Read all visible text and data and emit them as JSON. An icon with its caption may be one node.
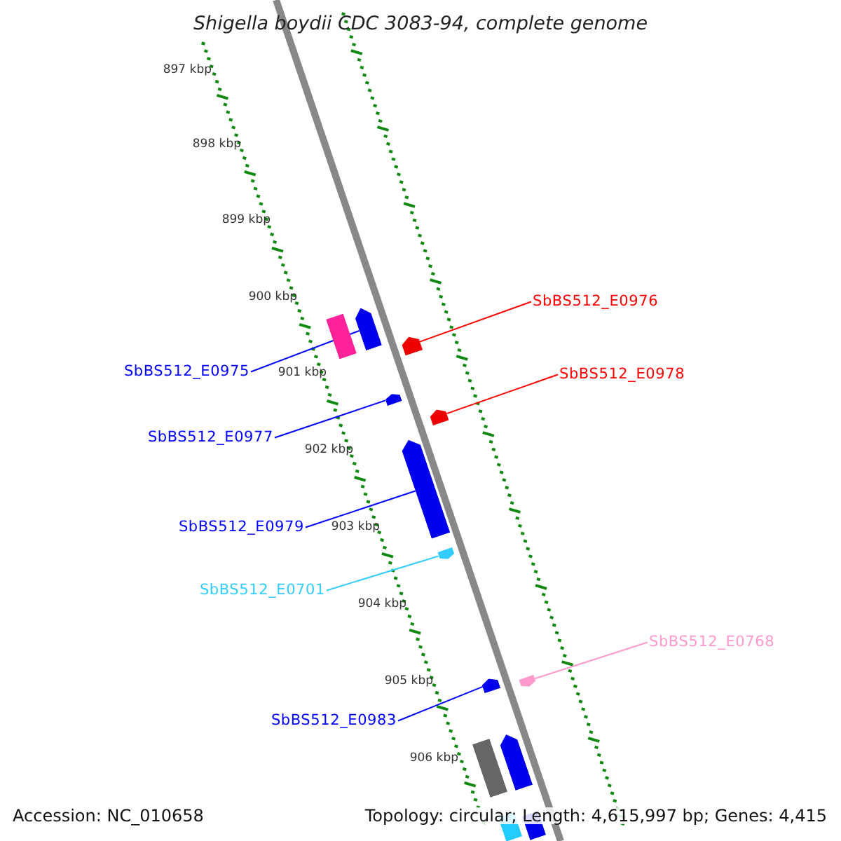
{
  "diagram": {
    "title": "Shigella boydii CDC 3083-94, complete genome",
    "nodes": [
      {
        "text": [
          "SbBS512_E0976"
        ]
      },
      {
        "text": [
          "SbBS512_E0975"
        ]
      },
      {
        "text": [
          "SbBS512_E0978"
        ]
      },
      {
        "text": [
          "SbBS512_E0977"
        ]
      },
      {
        "text": [
          "SbBS512_E0979"
        ]
      },
      {
        "text": [
          "SbBS512_E0701"
        ]
      },
      {
        "text": [
          "SbBS512_E0768"
        ]
      },
      {
        "text": [
          "SbBS512_E0983"
        ]
      },
      {
        "text": [],
        "shape": "arrow"
      },
      {
        "text": [],
        "shape": "arrow"
      },
      {
        "text": [],
        "shape": "arrow"
      },
      {
        "text": [],
        "shape": "arrow"
      },
      {
        "text": [],
        "shape": "arrow"
      },
      {
        "text": [],
        "shape": "arrow"
      },
      {
        "text": [],
        "shape": "arrow"
      },
      {
        "text": [],
        "shape": "arrow"
      },
      {
        "text": [],
        "shape": "bar"
      },
      {
        "text": [],
        "shape": "bar"
      },
      {
        "text": [],
        "shape": "arrow"
      },
      {
        "text": [],
        "shape": "bar"
      },
      {
        "text": [],
        "shape": "bar"
      }
    ],
    "edges": [
      {
        "from": 0,
        "to": 9,
        "arrow": "none",
        "color": "#ff0000"
      },
      {
        "from": 1,
        "to": 8,
        "arrow": "none"
      },
      {
        "from": 2,
        "to": 11,
        "arrow": "none",
        "color": "#ff0000"
      },
      {
        "from": 3,
        "to": 10,
        "arrow": "none"
      },
      {
        "from": 4,
        "to": 12,
        "arrow": "none"
      },
      {
        "from": 5,
        "to": 13,
        "arrow": "none",
        "color": "#33ccff"
      },
      {
        "from": 6,
        "to": 14,
        "arrow": "none",
        "color": "#ff99cc"
      },
      {
        "from": 7,
        "to": 15,
        "arrow": "none"
      }
    ],
    "labels": [
      "897 kbp",
      "898 kbp",
      "899 kbp",
      "900 kbp",
      "901 kbp",
      "902 kbp",
      "903 kbp",
      "904 kbp",
      "905 kbp",
      "906 kbp",
      "Accession: NC_010658",
      "Topology: circular; Length: 4,615,997 bp; Genes: 4,415"
    ]
  }
}
